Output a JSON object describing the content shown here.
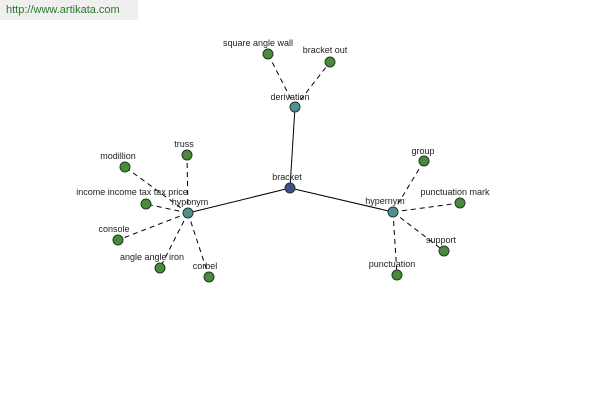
{
  "header": {
    "url": "http://www.artikata.com"
  },
  "colors": {
    "root": "#3b4f8f",
    "hub": "#4f9090",
    "leaf": "#4a8a3c",
    "banner_text": "#2a7a2a"
  },
  "graph": {
    "root": "bracket",
    "hubs": [
      "derivation",
      "hyponym",
      "hypernym"
    ],
    "leaves": {
      "derivation": [
        "square angle wall",
        "bracket out"
      ],
      "hyponym": [
        "truss",
        "modillion",
        "income income tax tax price",
        "console",
        "angle angle iron",
        "corbel"
      ],
      "hypernym": [
        "group",
        "punctuation mark",
        "support",
        "punctuation"
      ]
    }
  }
}
